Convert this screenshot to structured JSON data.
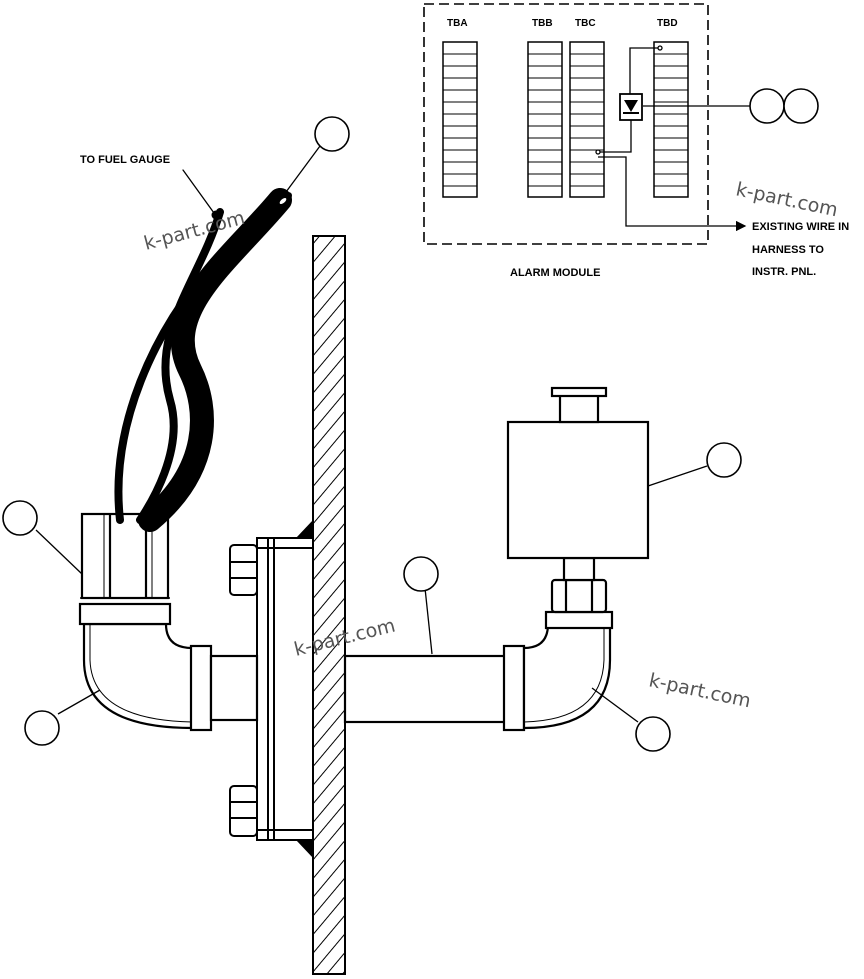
{
  "labels": {
    "to_fuel_gauge": "TO FUEL GAUGE",
    "alarm_module": "ALARM MODULE",
    "existing_wire_line1": "EXISTING WIRE IN",
    "existing_wire_line2": "HARNESS TO",
    "existing_wire_line3": "INSTR. PNL."
  },
  "terminal_blocks": [
    {
      "id": "tba",
      "label": "TBA"
    },
    {
      "id": "tbb",
      "label": "TBB"
    },
    {
      "id": "tbc",
      "label": "TBC"
    },
    {
      "id": "tbd",
      "label": "TBD"
    }
  ],
  "watermarks": [
    "k-part.com",
    "k-part.com",
    "k-part.com",
    "k-part.com"
  ],
  "colors": {
    "ink": "#000000",
    "watermark": "#555555"
  }
}
